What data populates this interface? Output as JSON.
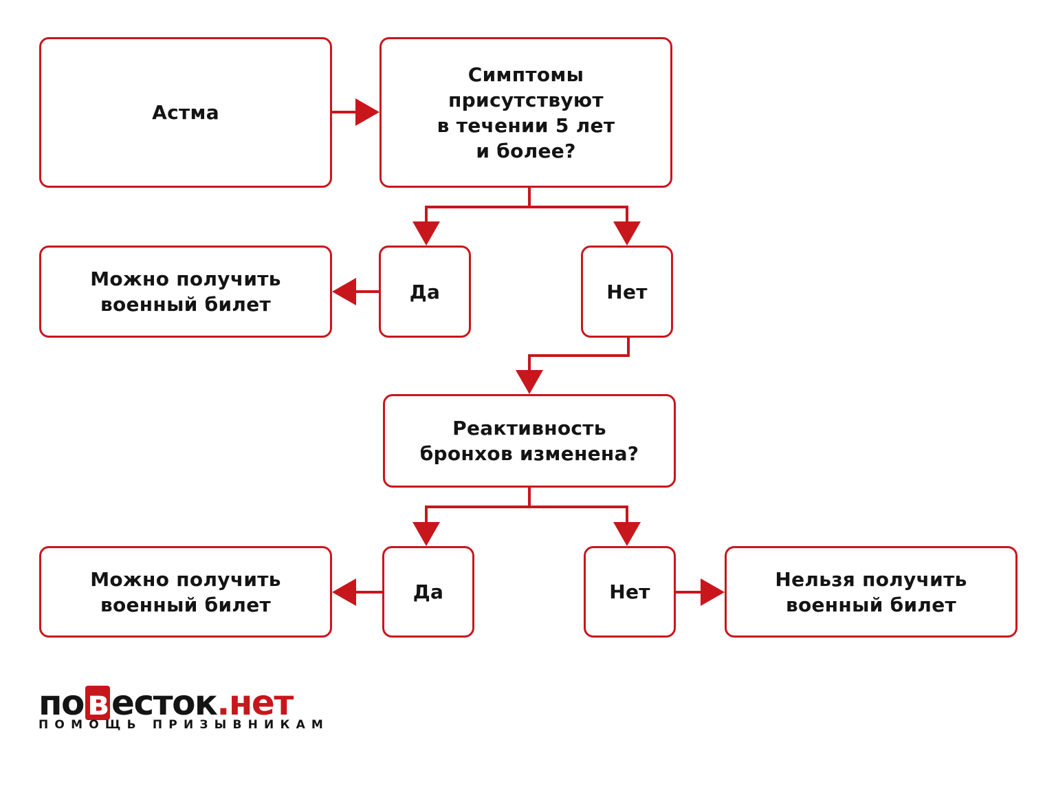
{
  "diagram": {
    "accent_color": "#c8161d",
    "nodes": {
      "asthma": "Астма",
      "symptoms_question": "Симптомы\nприсутствуют\nв течении 5 лет\nи более?",
      "yes_1": "Да",
      "no_1": "Нет",
      "can_get_1": "Можно получить\nвоенный билет",
      "reactivity_question": "Реактивность\nбронхов изменена?",
      "yes_2": "Да",
      "no_2": "Нет",
      "can_get_2": "Можно получить\nвоенный билет",
      "cannot_get": "Нельзя получить\nвоенный билет"
    }
  },
  "logo": {
    "part1": "по",
    "part_v": "в",
    "part2": "есток",
    "part3": ".нет",
    "tagline": "ПОМОЩЬ ПРИЗЫВНИКАМ"
  }
}
